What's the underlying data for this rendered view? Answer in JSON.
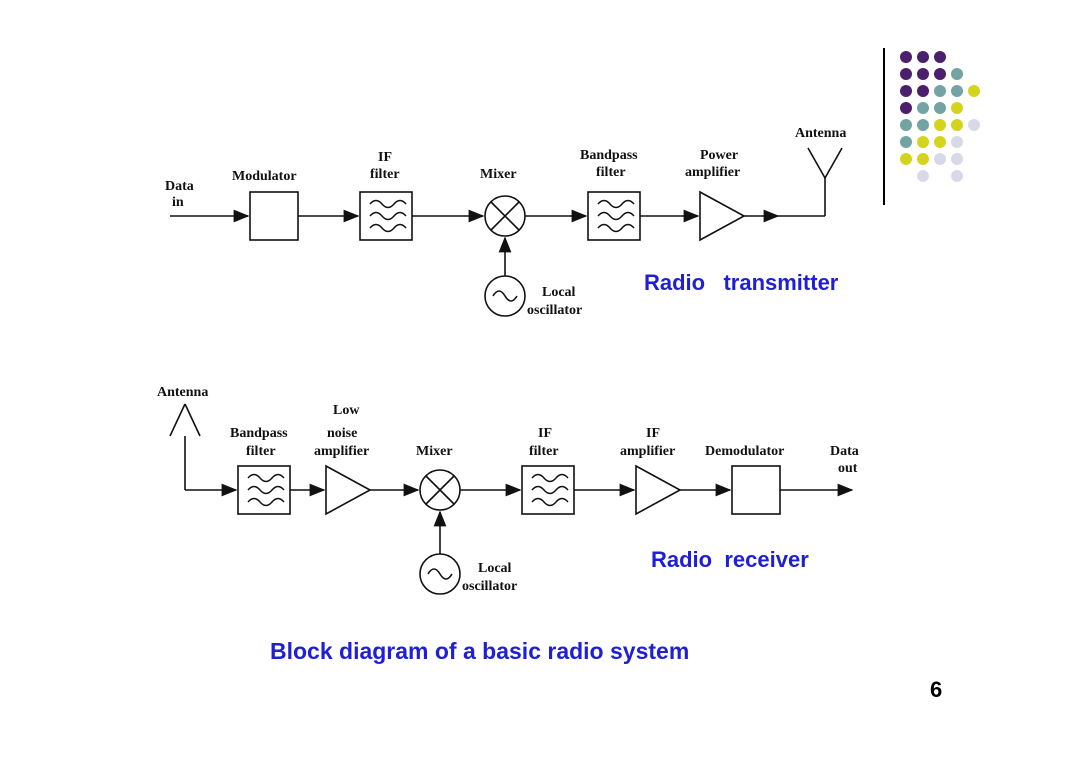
{
  "transmitter": {
    "caption": "Radio   transmitter",
    "input_label_1": "Data",
    "input_label_2": "in",
    "modulator": "Modulator",
    "if_filter_1": "IF",
    "if_filter_2": "filter",
    "mixer": "Mixer",
    "bandpass_1": "Bandpass",
    "bandpass_2": "filter",
    "power_amp_1": "Power",
    "power_amp_2": "amplifier",
    "antenna": "Antenna",
    "lo_1": "Local",
    "lo_2": "oscillator"
  },
  "receiver": {
    "caption": "Radio  receiver",
    "antenna": "Antenna",
    "bandpass_1": "Bandpass",
    "bandpass_2": "filter",
    "lna_1": "Low",
    "lna_2": "noise",
    "lna_3": "amplifier",
    "mixer": "Mixer",
    "if_filter_1": "IF",
    "if_filter_2": "filter",
    "if_amp_1": "IF",
    "if_amp_2": "amplifier",
    "demodulator": "Demodulator",
    "output_1": "Data",
    "output_2": "out",
    "lo_1": "Local",
    "lo_2": "oscillator"
  },
  "footer": {
    "title": "Block diagram of a basic radio system",
    "page_number": "6"
  },
  "colors": {
    "accent_blue": "#1f1fd6",
    "dot_purple": "#4b1f6b",
    "dot_teal": "#74a3a3",
    "dot_yellow": "#d4d41e",
    "dot_lavender": "#d8d8e8"
  }
}
